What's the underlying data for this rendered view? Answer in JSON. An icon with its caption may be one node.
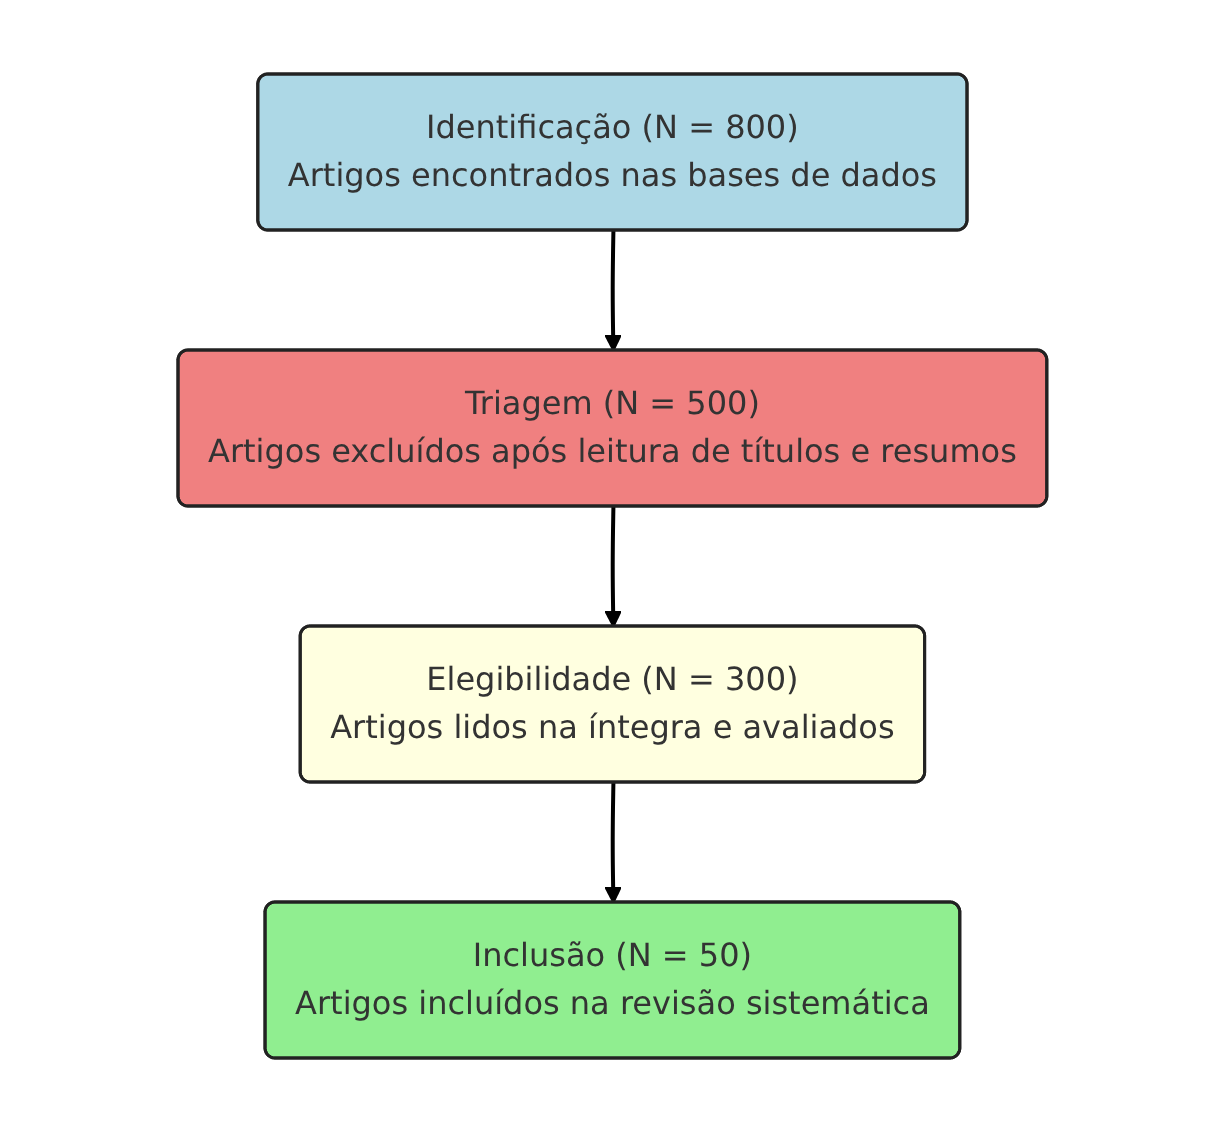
{
  "diagram": {
    "nodes": [
      {
        "text": [
          "Identificação (N = 800)",
          "Artigos encontrados nas bases de dados"
        ]
      },
      {
        "text": [
          "Triagem (N = 500)",
          "Artigos excluídos após leitura de títulos e resumos"
        ]
      },
      {
        "text": [
          "Elegibilidade (N = 300)",
          "Artigos lidos na íntegra e avaliados"
        ]
      },
      {
        "text": [
          "Inclusão (N = 50)",
          "Artigos incluídos na revisão sistemática"
        ]
      }
    ],
    "edges": [
      {
        "from": 0,
        "to": 1,
        "arrow": "to"
      },
      {
        "from": 1,
        "to": 2,
        "arrow": "to"
      },
      {
        "from": 2,
        "to": 3,
        "arrow": "to"
      }
    ]
  }
}
